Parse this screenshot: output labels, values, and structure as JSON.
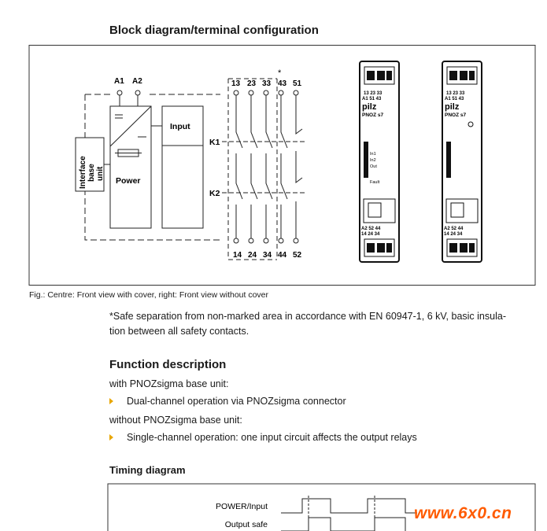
{
  "block": {
    "title": "Block diagram/terminal configuration",
    "labels": {
      "a1": "A1",
      "a2": "A2",
      "interface1": "Interface",
      "interface2": "base",
      "interface3": "unit",
      "power": "Power",
      "input": "Input",
      "k1": "K1",
      "k2": "K2",
      "star": "*",
      "t13": "13",
      "t23": "23",
      "t33": "33",
      "t43": "43",
      "t51": "51",
      "t14": "14",
      "t24": "24",
      "t34": "34",
      "t44": "44",
      "t52": "52"
    },
    "device": {
      "top_row1": "13  23  33",
      "top_row2": "A1  51  43",
      "logo": "pilz",
      "model": "PNOZ s7",
      "led_in1": "In1",
      "led_in2": "In2",
      "led_out": "Out",
      "led_fault": "Fault",
      "bot_row1": "A2  52  44",
      "bot_row2": "14  24  34"
    }
  },
  "caption": "Fig.: Centre: Front view with cover, right: Front view without cover",
  "note_line1": "*Safe separation from non-marked area in accordance with EN 60947-1, 6 kV, basic insula-",
  "note_line2": "tion between all safety contacts.",
  "function": {
    "title": "Function description",
    "with_label": "with PNOZsigma base unit:",
    "bullet1": "Dual-channel operation via PNOZsigma connector",
    "without_label": "without PNOZsigma base unit:",
    "bullet2": "Single-channel operation: one input circuit affects the output relays"
  },
  "timing": {
    "title": "Timing diagram",
    "row1": "POWER/Input",
    "row2": "Output safe"
  },
  "watermark": "www.6x0.cn",
  "colors": {
    "bullet": "#e8a600",
    "watermark": "#ff5b00"
  }
}
